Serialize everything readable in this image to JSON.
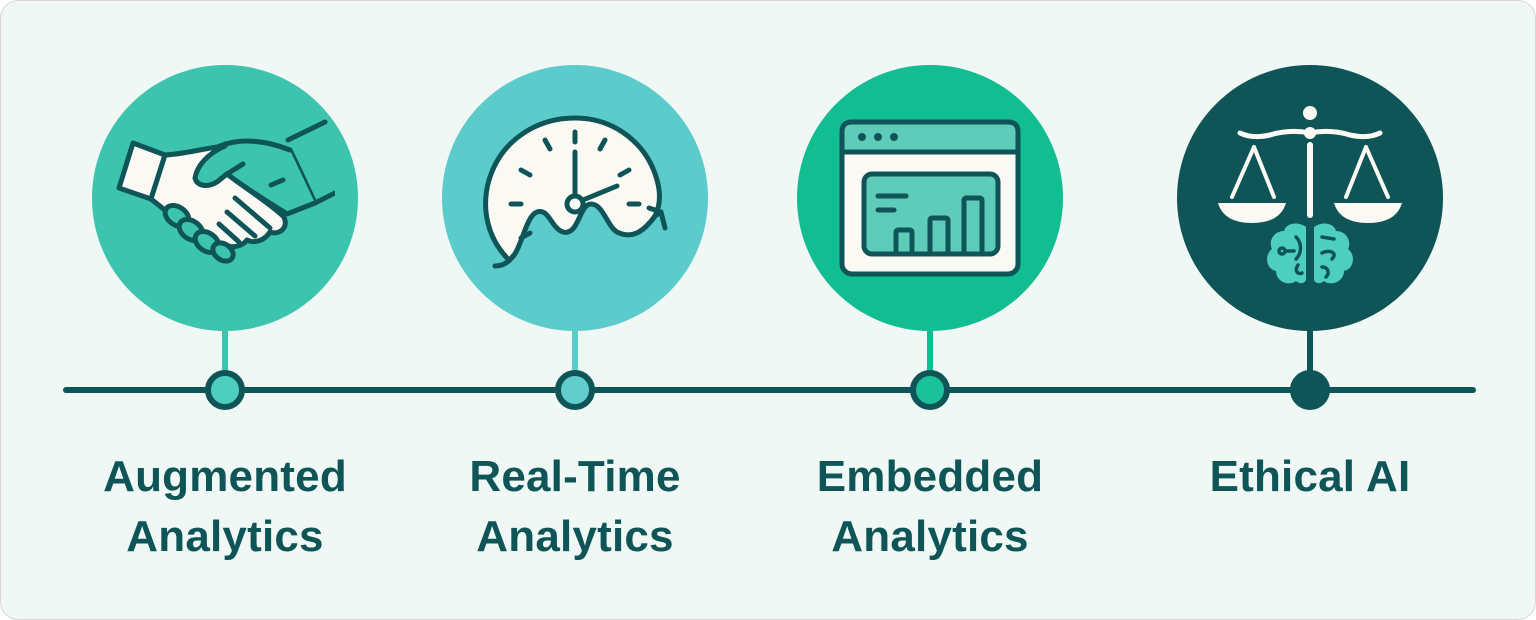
{
  "diagram": {
    "type": "timeline",
    "line_color": "#0F5558",
    "background_color": "#EFF8F4",
    "milestones": [
      {
        "id": "augmented-analytics",
        "label_line1": "Augmented",
        "label_line2": "Analytics",
        "icon": "handshake-icon",
        "circle_color": "#3CC4AE",
        "node_color": "#4ECFBE"
      },
      {
        "id": "real-time-analytics",
        "label_line1": "Real-Time",
        "label_line2": "Analytics",
        "icon": "clock-icon",
        "circle_color": "#5CCBCB",
        "node_color": "#62CDCD"
      },
      {
        "id": "embedded-analytics",
        "label_line1": "Embedded",
        "label_line2": "Analytics",
        "icon": "browser-chart-icon",
        "circle_color": "#12BD91",
        "node_color": "#19C299"
      },
      {
        "id": "ethical-ai",
        "label_line1": "Ethical AI",
        "label_line2": "",
        "icon": "scales-brain-icon",
        "circle_color": "#0F5558",
        "node_color": "#0F5558"
      }
    ]
  }
}
